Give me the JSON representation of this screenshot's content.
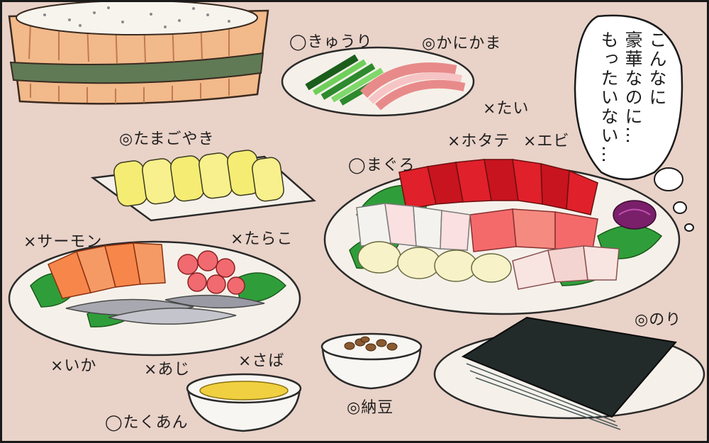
{
  "speech_bubble": {
    "lines": [
      "こんなに",
      "豪華なのに…",
      "もったいない…"
    ]
  },
  "labels": {
    "kyuuri": "◯きゅうり",
    "kanikama": "◎かにかま",
    "tai": "×たい",
    "hotate": "×ホタテ",
    "ebi": "×エビ",
    "tamagoyaki": "◎たまごやき",
    "maguro": "◯まぐろ",
    "salmon": "×サーモン",
    "tarako": "×たらこ",
    "ika": "×いか",
    "aji": "×あじ",
    "saba": "×さば",
    "takuan": "◯たくあん",
    "natto": "◎納豆",
    "nori": "◎のり"
  },
  "colors": {
    "background": "#e9d2c8",
    "tub_wood": "#f2b98a",
    "tub_band": "#5f7a55",
    "tuna": "#e0202a",
    "salmon": "#f7864a",
    "egg": "#f5ec74",
    "greens": "#2f9e3a",
    "nori": "#222a2a"
  }
}
